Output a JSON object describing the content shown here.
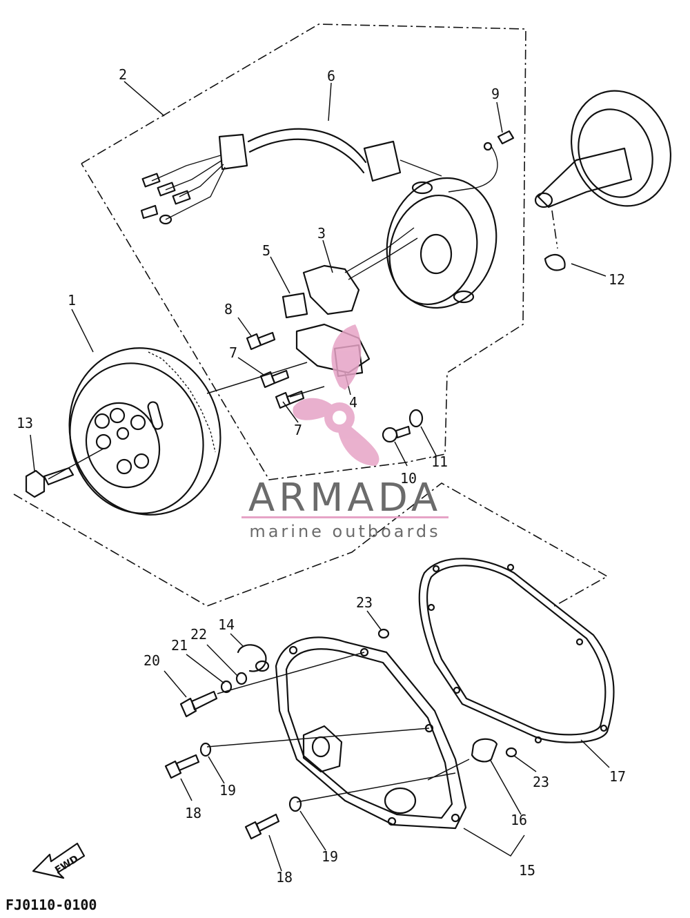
{
  "diagram": {
    "doc_code": "FJ0110-0100",
    "fwd_label": "FWD",
    "callouts": [
      {
        "id": "c1",
        "text": "1"
      },
      {
        "id": "c2",
        "text": "2"
      },
      {
        "id": "c3",
        "text": "3"
      },
      {
        "id": "c4",
        "text": "4"
      },
      {
        "id": "c5",
        "text": "5"
      },
      {
        "id": "c6",
        "text": "6"
      },
      {
        "id": "c7a",
        "text": "7"
      },
      {
        "id": "c7b",
        "text": "7"
      },
      {
        "id": "c8",
        "text": "8"
      },
      {
        "id": "c9",
        "text": "9"
      },
      {
        "id": "c10",
        "text": "10"
      },
      {
        "id": "c11",
        "text": "11"
      },
      {
        "id": "c12",
        "text": "12"
      },
      {
        "id": "c13",
        "text": "13"
      },
      {
        "id": "c14",
        "text": "14"
      },
      {
        "id": "c15",
        "text": "15"
      },
      {
        "id": "c16",
        "text": "16"
      },
      {
        "id": "c17",
        "text": "17"
      },
      {
        "id": "c18a",
        "text": "18"
      },
      {
        "id": "c18b",
        "text": "18"
      },
      {
        "id": "c19a",
        "text": "19"
      },
      {
        "id": "c19b",
        "text": "19"
      },
      {
        "id": "c20",
        "text": "20"
      },
      {
        "id": "c21",
        "text": "21"
      },
      {
        "id": "c22",
        "text": "22"
      },
      {
        "id": "c23a",
        "text": "23"
      },
      {
        "id": "c23b",
        "text": "23"
      }
    ]
  },
  "watermark": {
    "brand": "ARMADA",
    "tagline": "marine outboards",
    "brand_color": "#6b6b6b",
    "accent_color": "#e6a3c6"
  }
}
